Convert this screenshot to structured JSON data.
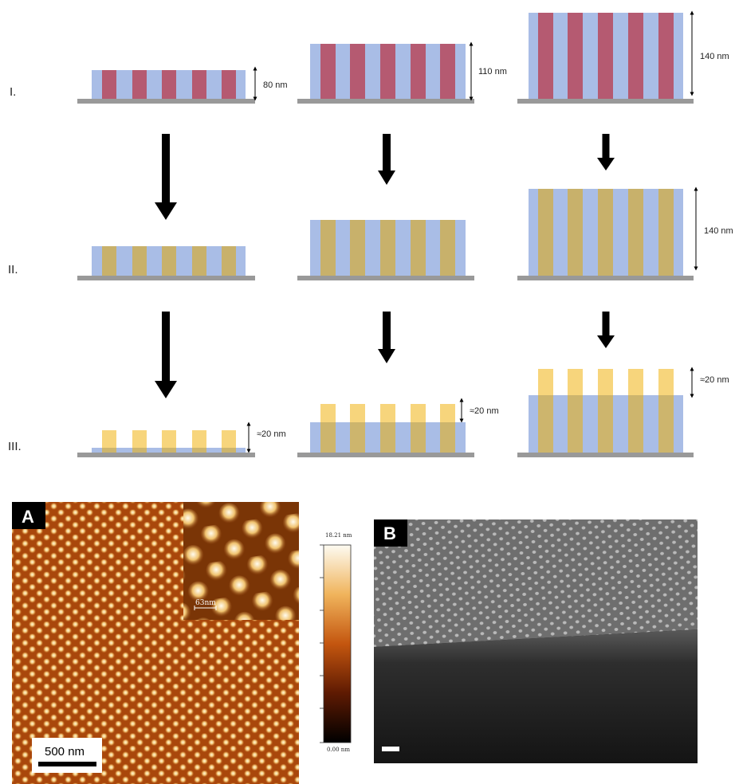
{
  "rows": [
    "I.",
    "II.",
    "III."
  ],
  "dimensions": {
    "c1_r1": "80 nm",
    "c2_r1": "110 nm",
    "c3_r1": "140 nm",
    "c3_r2": "140 nm",
    "c1_r3": "≈20 nm",
    "c2_r3": "≈20 nm",
    "c3_r3": "≈20 nm"
  },
  "panelA": {
    "badge": "A",
    "scale_bar": "500 nm",
    "inset_scale": "63nm",
    "colorbar_max": "18.21 nm",
    "colorbar_min": "0.00 nm"
  },
  "panelB": {
    "badge": "B"
  },
  "colors": {
    "matrix": "#a9bde6",
    "pillar_initial": "#b55a71",
    "pillar_converted": "#c8b16b",
    "pillar_exposed": "#f7d57c",
    "substrate": "#999999",
    "arrow": "#000000"
  }
}
